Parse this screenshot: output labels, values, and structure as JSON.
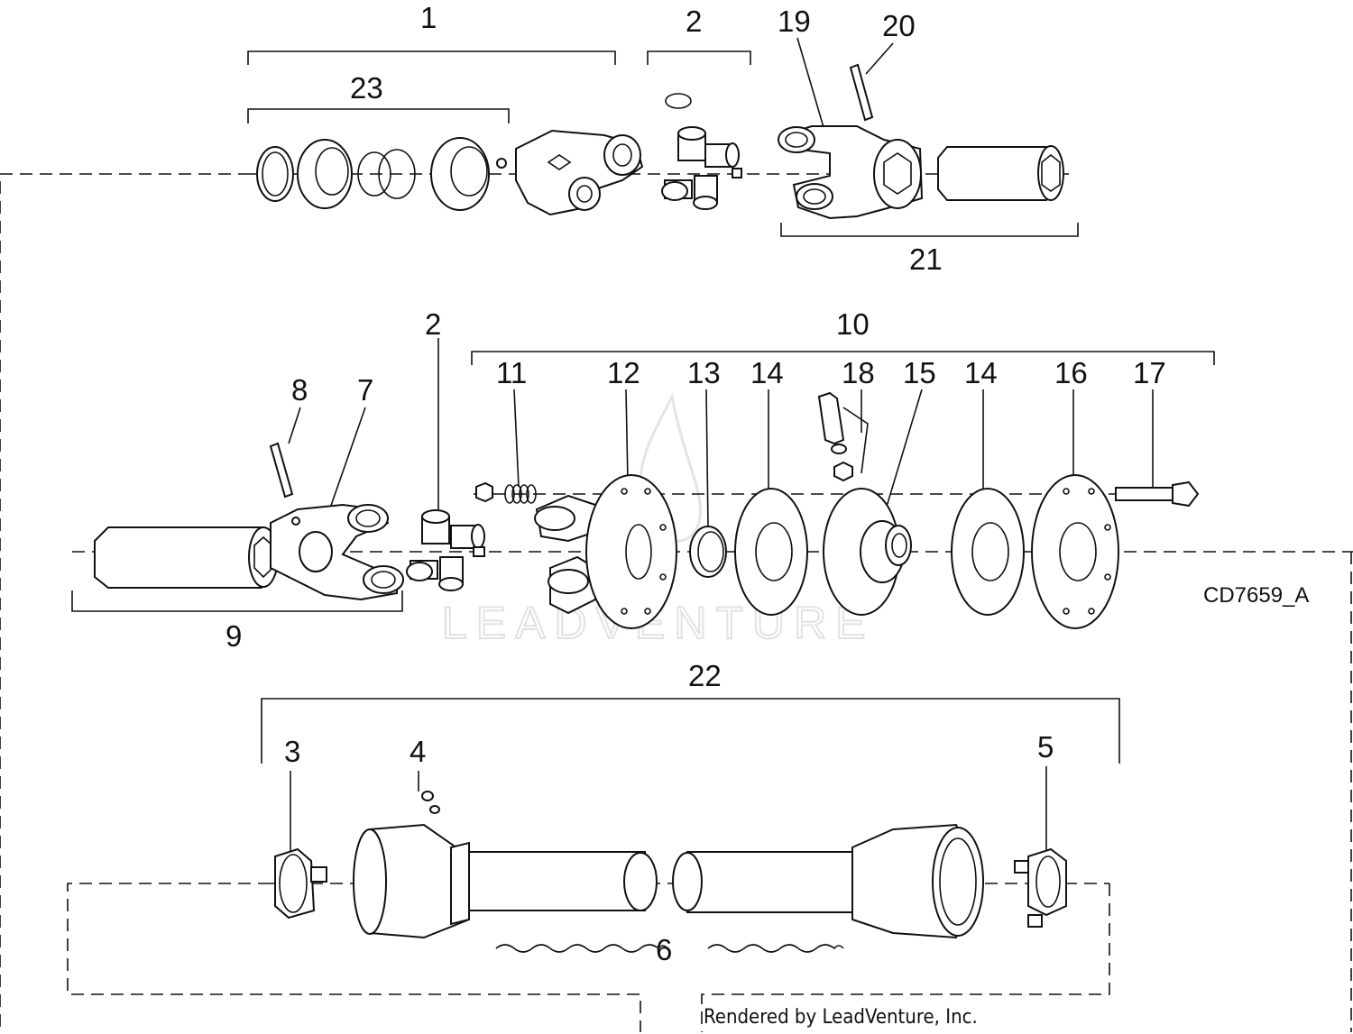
{
  "drawing_id": "CD7659_A",
  "credit": "Rendered by LeadVenture, Inc.",
  "watermark": "LEADVENTURE",
  "callouts": [
    {
      "id": "c1",
      "label": "1"
    },
    {
      "id": "c2a",
      "label": "2"
    },
    {
      "id": "c19",
      "label": "19"
    },
    {
      "id": "c20",
      "label": "20"
    },
    {
      "id": "c23",
      "label": "23"
    },
    {
      "id": "c21",
      "label": "21"
    },
    {
      "id": "c2b",
      "label": "2"
    },
    {
      "id": "c10",
      "label": "10"
    },
    {
      "id": "c11",
      "label": "11"
    },
    {
      "id": "c12",
      "label": "12"
    },
    {
      "id": "c13",
      "label": "13"
    },
    {
      "id": "c14a",
      "label": "14"
    },
    {
      "id": "c18",
      "label": "18"
    },
    {
      "id": "c15",
      "label": "15"
    },
    {
      "id": "c14b",
      "label": "14"
    },
    {
      "id": "c16",
      "label": "16"
    },
    {
      "id": "c17",
      "label": "17"
    },
    {
      "id": "c8",
      "label": "8"
    },
    {
      "id": "c7",
      "label": "7"
    },
    {
      "id": "c9",
      "label": "9"
    },
    {
      "id": "c22",
      "label": "22"
    },
    {
      "id": "c3",
      "label": "3"
    },
    {
      "id": "c4",
      "label": "4"
    },
    {
      "id": "c5",
      "label": "5"
    },
    {
      "id": "c6",
      "label": "6"
    }
  ]
}
